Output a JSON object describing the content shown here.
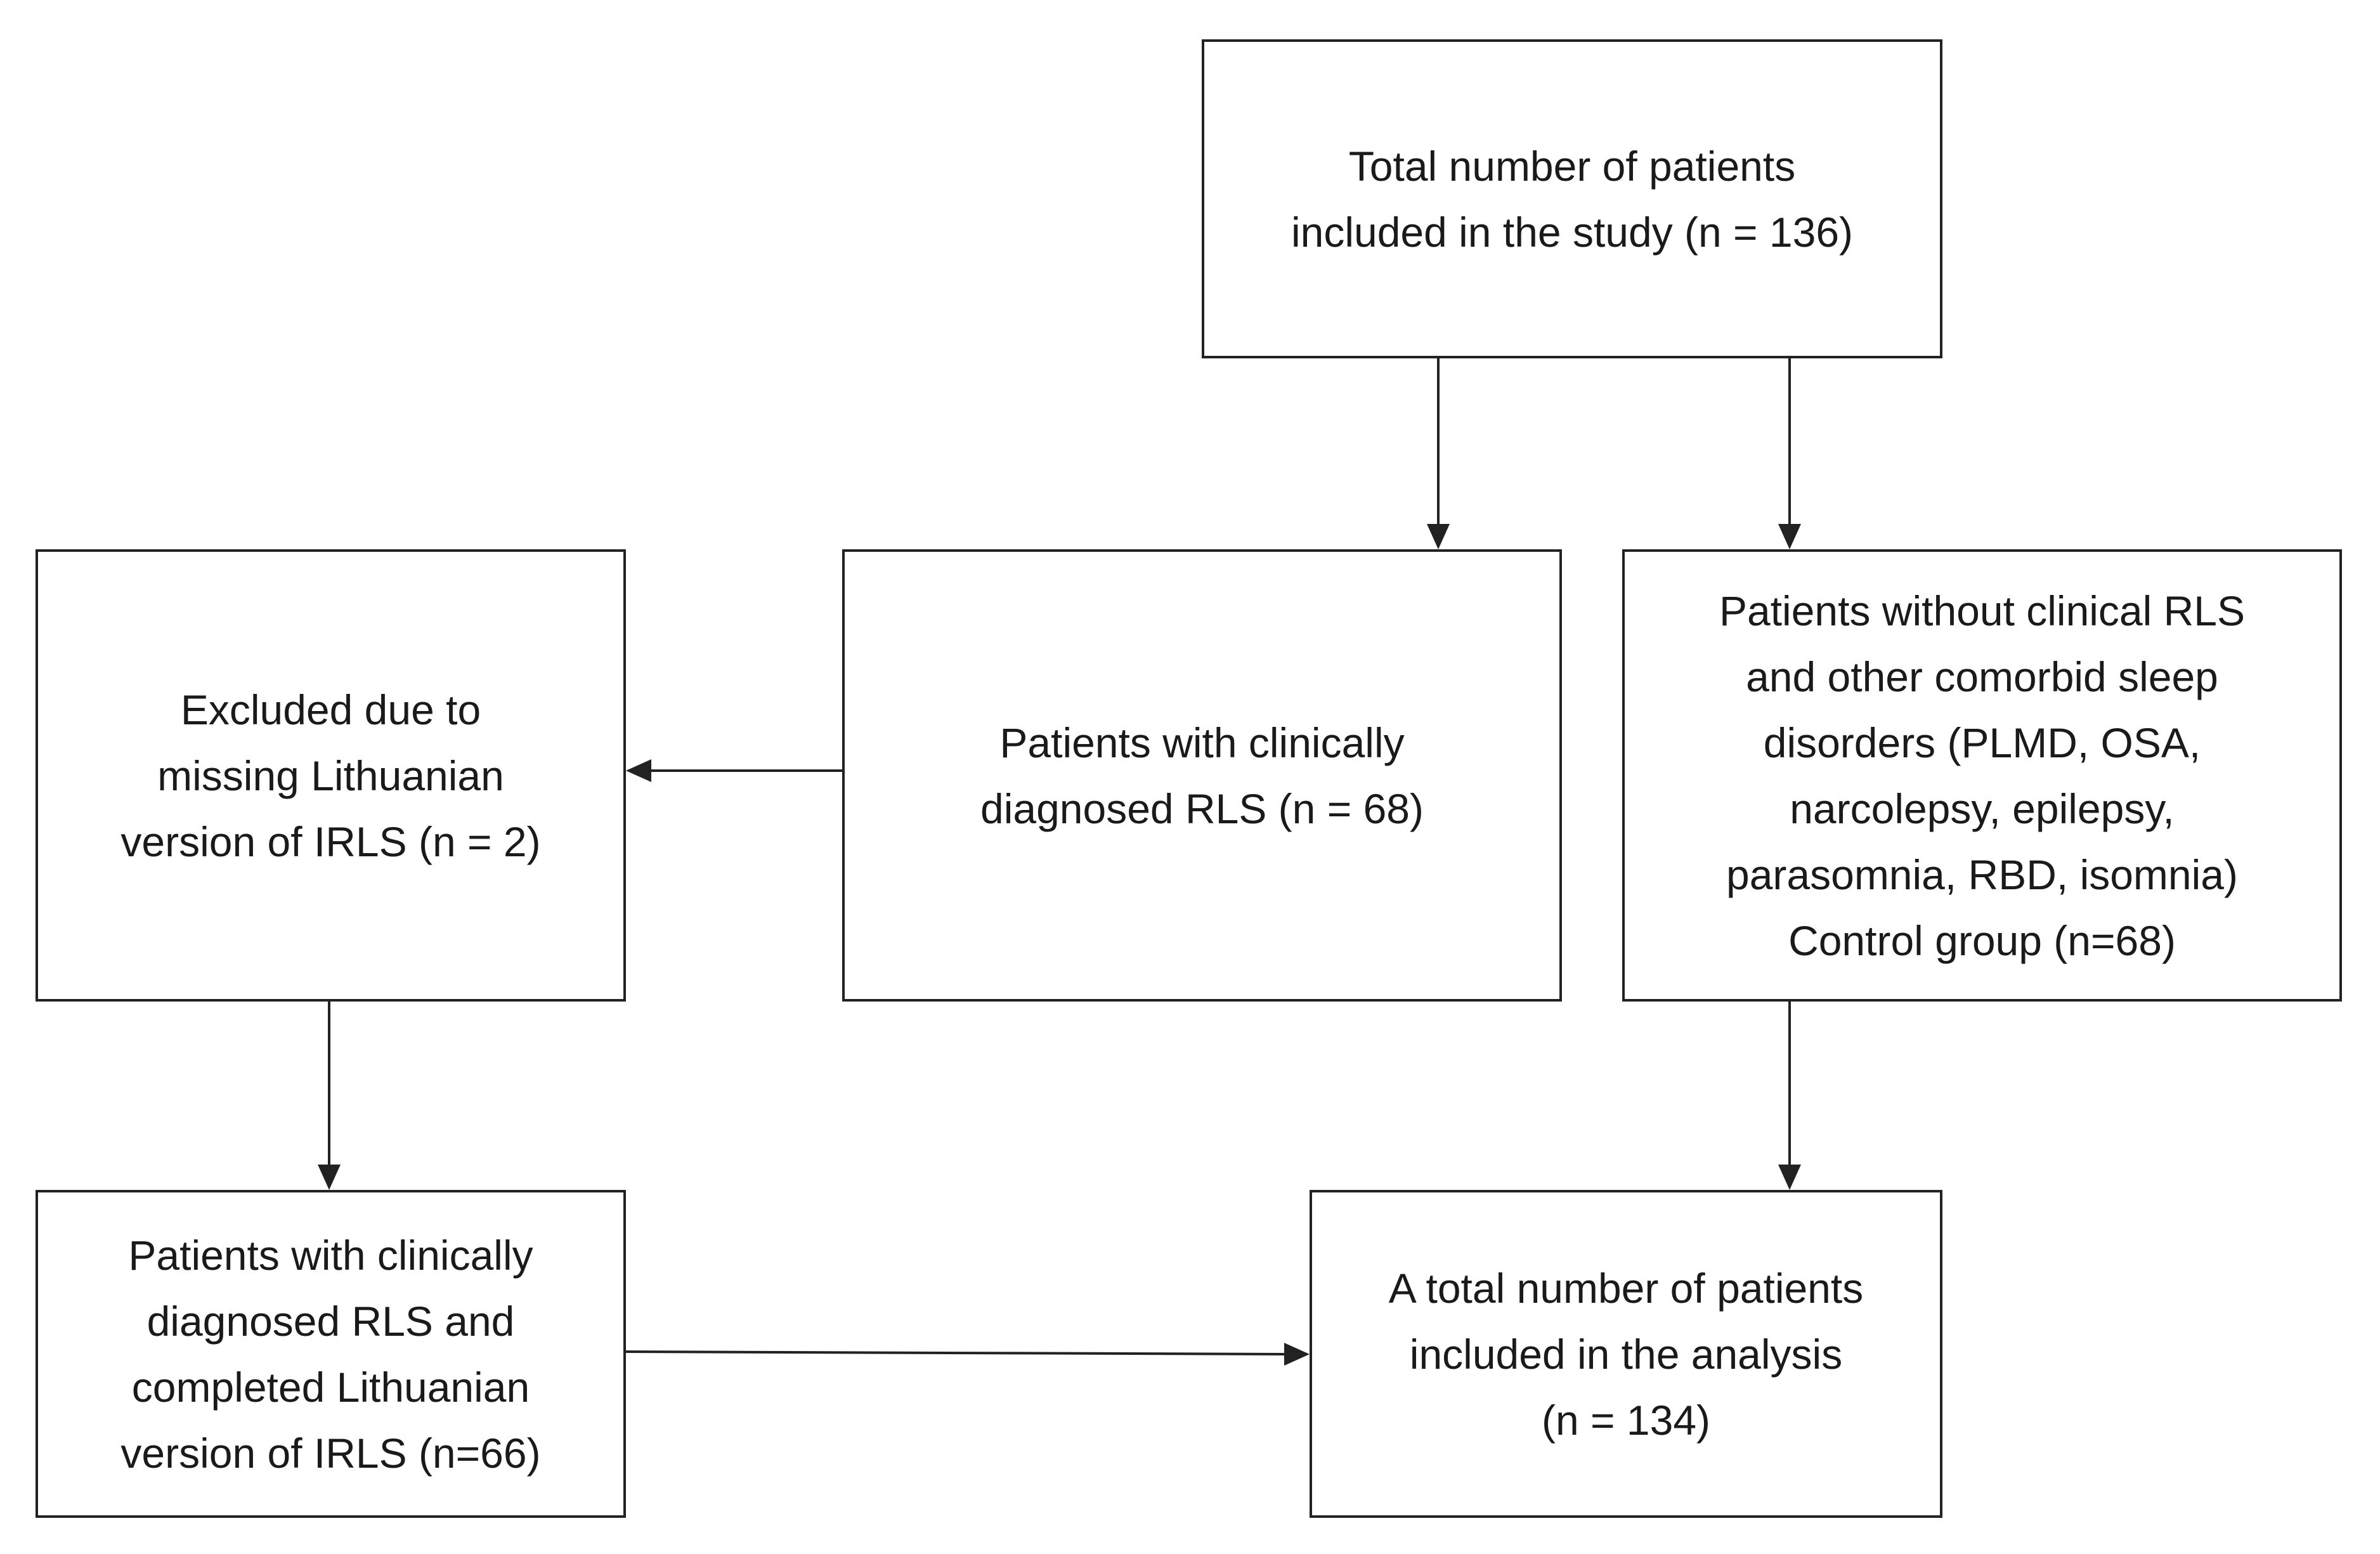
{
  "boxes": {
    "total": {
      "lines": [
        "Total number of  patients",
        "included in the study (n = 136)"
      ]
    },
    "rls": {
      "lines": [
        "Patients with clinically",
        "diagnosed RLS (n = 68)"
      ]
    },
    "control": {
      "lines": [
        "Patients without clinical RLS",
        "and other comorbid sleep",
        "disorders (PLMD, OSA,",
        "narcolepsy, epilepsy,",
        "parasomnia, RBD, isomnia)",
        "Control group (n=68)"
      ]
    },
    "excluded": {
      "lines": [
        "Excluded due to",
        "missing Lithuanian",
        "version of IRLS (n = 2)"
      ]
    },
    "completed": {
      "lines": [
        "Patients with clinically",
        "diagnosed RLS and",
        "completed Lithuanian",
        "version of IRLS (n=66)"
      ]
    },
    "analysis": {
      "lines": [
        "A total number of patients",
        "included in the analysis",
        "(n = 134)"
      ]
    }
  },
  "colors": {
    "stroke": "#222222",
    "text": "#1a1a1a",
    "background": "#ffffff"
  }
}
